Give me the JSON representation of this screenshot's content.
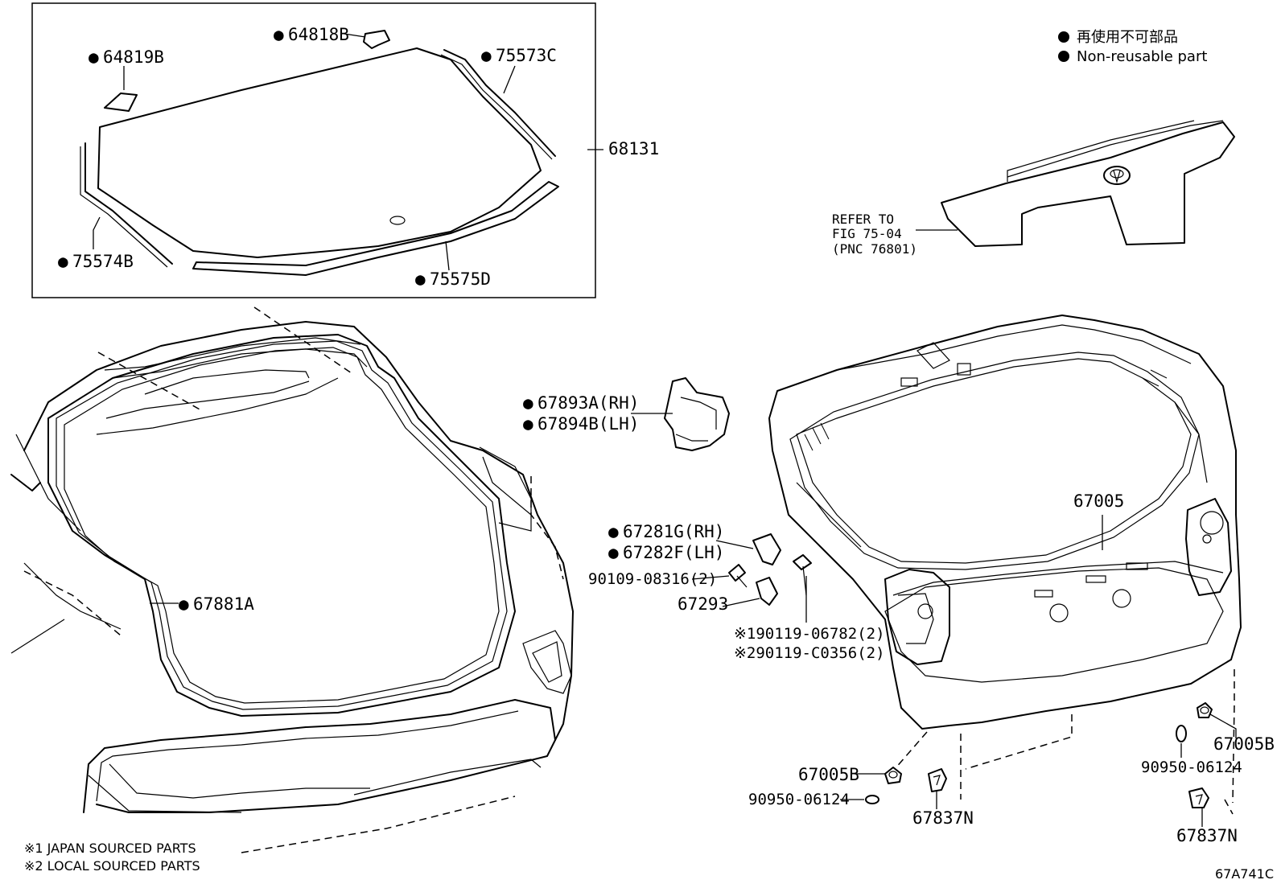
{
  "legend": {
    "line_jp": "再使用不可部品",
    "line_en": "Non-reusable part"
  },
  "refer": {
    "line1": "REFER TO",
    "line2": "FIG 75-04",
    "line3": "(PNC 76801)"
  },
  "labels": {
    "p64819B": "64819B",
    "p64818B": "64818B",
    "p75573C": "75573C",
    "p68131": "68131",
    "p75574B": "75574B",
    "p75575D": "75575D",
    "p67893A": "67893A(RH)",
    "p67894B": "67894B(LH)",
    "p67281G": "67281G(RH)",
    "p67282F": "67282F(LH)",
    "p90109": "90109-08316(2)",
    "p67293": "67293",
    "p190119": "※190119-06782(2)",
    "p290119": "※290119-C0356(2)",
    "p67881A": "67881A",
    "p67005": "67005",
    "p67005B_left": "67005B",
    "p90950_left": "90950-06124",
    "p67837N_left": "67837N",
    "p67005B_right": "67005B",
    "p90950_right": "90950-06124",
    "p67837N_right": "67837N"
  },
  "notes": {
    "note1": "※1 JAPAN SOURCED PARTS",
    "note2": "※2 LOCAL SOURCED PARTS"
  },
  "figure_code": "67A741C",
  "marker_symbol": "●"
}
